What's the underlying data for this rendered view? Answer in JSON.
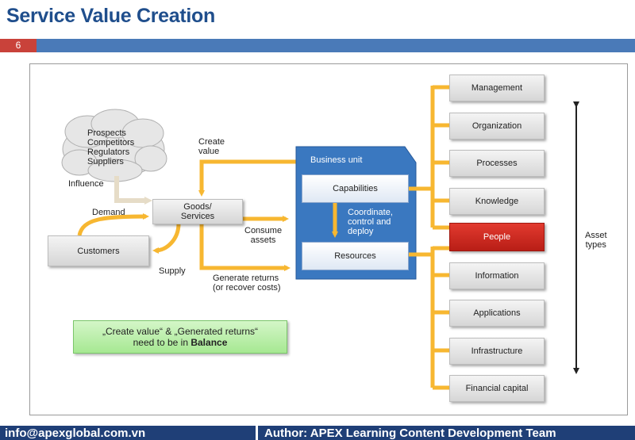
{
  "header": {
    "title": "Service Value Creation",
    "page_number": "6"
  },
  "footer": {
    "email": "info@apexglobal.com.vn",
    "author": "Author: APEX Learning Content Development Team"
  },
  "diagram": {
    "cloud": [
      "Prospects",
      "Competitors",
      "Regulators",
      "Suppliers"
    ],
    "influence": "Influence",
    "goods_services": [
      "Goods/",
      "Services"
    ],
    "demand": "Demand",
    "customers": "Customers",
    "supply": "Supply",
    "create_value": [
      "Create",
      "value"
    ],
    "consume_assets": [
      "Consume",
      "assets"
    ],
    "generate_returns": [
      "Generate returns",
      "(or recover costs)"
    ],
    "business_unit": "Business unit",
    "capabilities": "Capabilities",
    "coordinate": [
      "Coordinate,",
      "control and",
      "deploy"
    ],
    "resources": "Resources",
    "balance": {
      "line1": "„Create value“ & „Generated returns“",
      "line2_prefix": "need to be in ",
      "line2_bold": "Balance"
    },
    "asset_types": [
      "Asset",
      "types"
    ],
    "capability_assets": [
      "Management",
      "Organization",
      "Processes",
      "Knowledge",
      "People"
    ],
    "resource_assets": [
      "Information",
      "Applications",
      "Infrastructure",
      "Financial capital"
    ]
  }
}
